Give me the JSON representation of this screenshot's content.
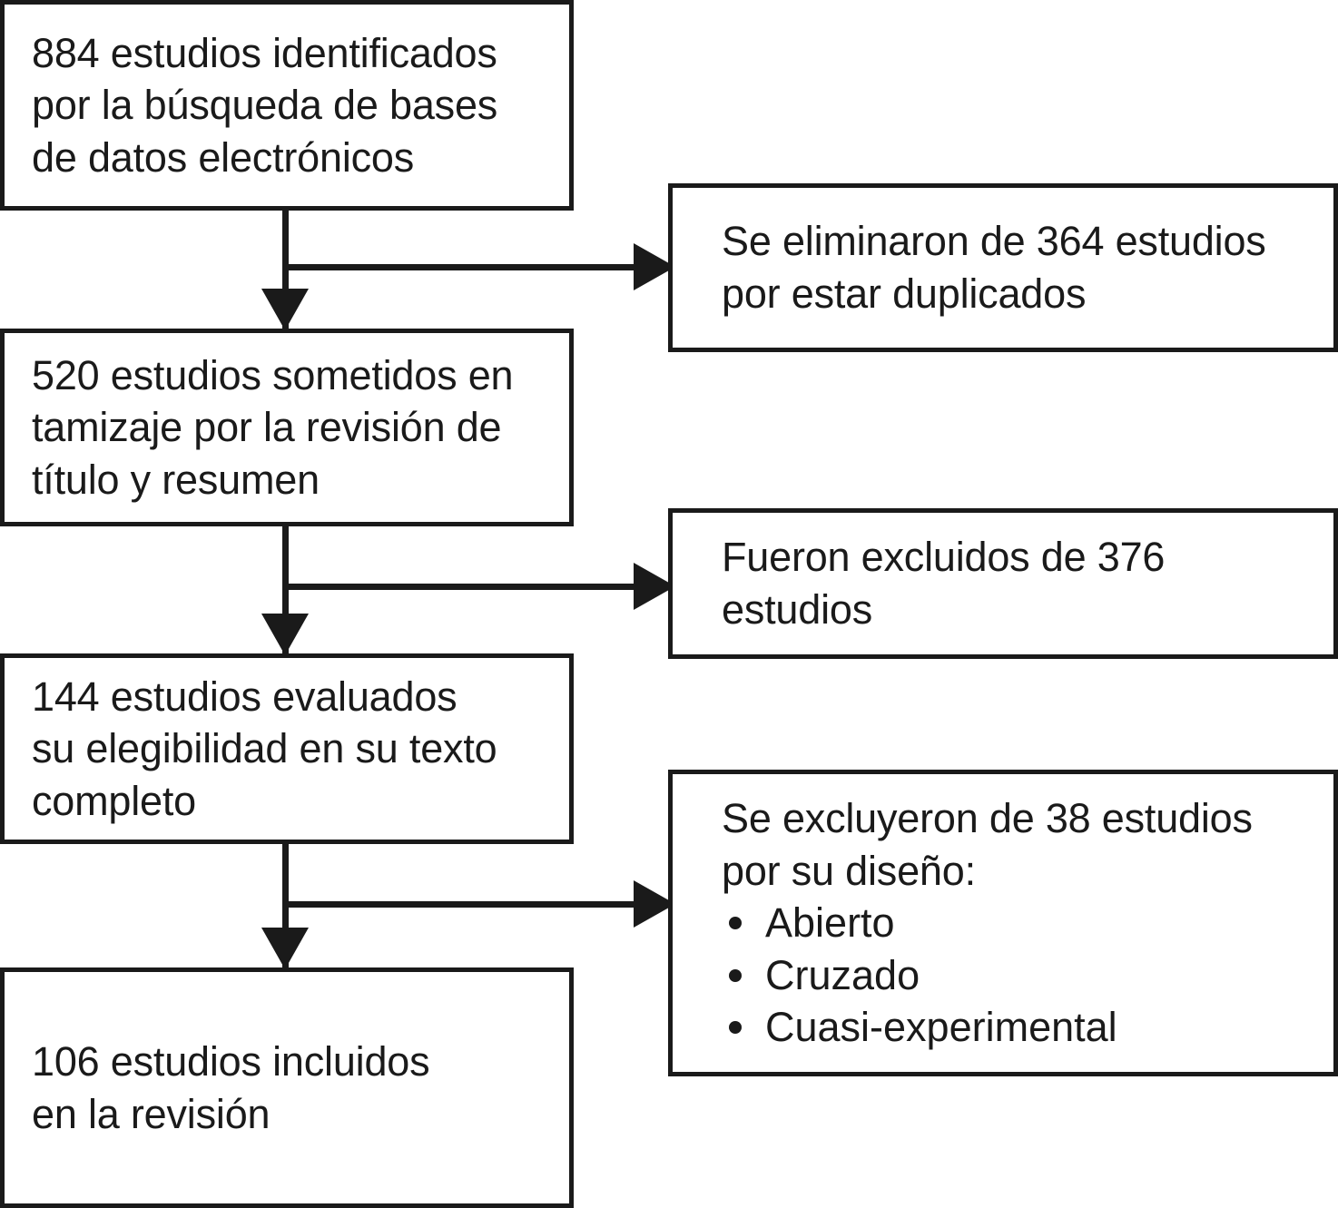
{
  "diagram": {
    "type": "prisma-flow-diagram",
    "language": "es",
    "colors": {
      "stroke": "#1a1a1a",
      "background": "#ffffff",
      "text": "#1a1a1a"
    }
  },
  "flow": {
    "identified": {
      "label": "884 estudios identificados por la búsqueda de bases de datos electrónicos",
      "count": 884,
      "lines": [
        "884 estudios identificados",
        "por la búsqueda de bases",
        "de datos electrónicos"
      ]
    },
    "screened": {
      "label": "520 estudios sometidos en tamizaje por la revisión de título y resumen",
      "count": 520,
      "lines": [
        "520 estudios sometidos en",
        "tamizaje por la revisión de",
        "título y resumen"
      ]
    },
    "eligible": {
      "label": "144 estudios evaluados su elegibilidad en su texto completo",
      "count": 144,
      "lines": [
        "144 estudios evaluados",
        "su elegibilidad en su texto",
        "completo"
      ]
    },
    "included": {
      "label": "106 estudios incluidos en la revisión",
      "count": 106,
      "lines": [
        "106 estudios incluidos",
        "en la revisión"
      ]
    }
  },
  "exclusions": {
    "duplicates": {
      "label": "Se eliminaron de 364 estudios por estar duplicados",
      "count": 364,
      "lines": [
        "Se eliminaron de 364 estudios",
        "por estar duplicados"
      ]
    },
    "screening_excluded": {
      "label": "Fueron excluidos de 376 estudios",
      "count": 376,
      "lines": [
        "Fueron excluidos de 376",
        "estudios"
      ]
    },
    "design_excluded": {
      "label": "Se excluyeron de 38 estudios por su diseño:",
      "count": 38,
      "lines": [
        "Se excluyeron de 38 estudios",
        "por su diseño:"
      ],
      "reasons": [
        "Abierto",
        "Cruzado",
        "Cuasi-experimental"
      ]
    }
  }
}
